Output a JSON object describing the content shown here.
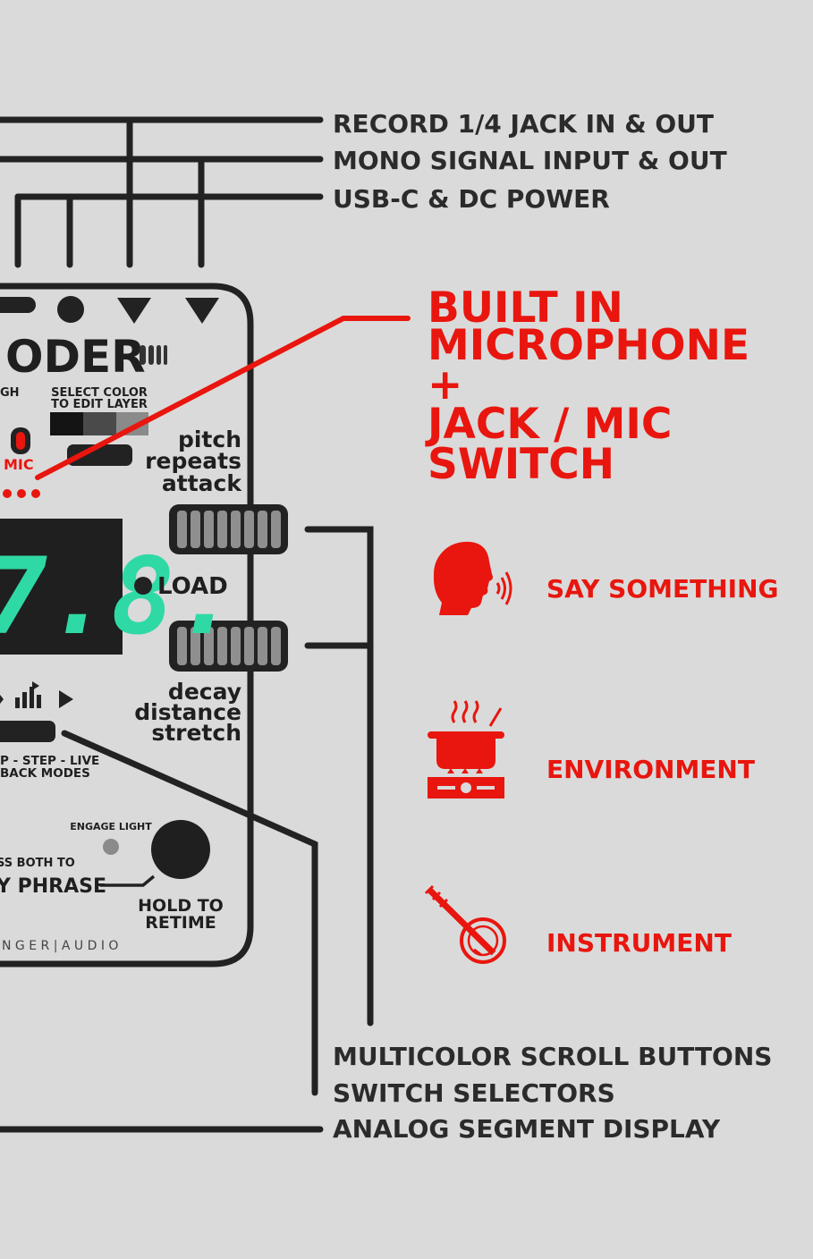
{
  "callouts": {
    "top": [
      "RECORD 1/4 JACK IN & OUT",
      "MONO SIGNAL INPUT & OUT",
      "USB-C & DC POWER"
    ],
    "mic": [
      "BUILT IN",
      "MICROPHONE",
      "+",
      "JACK / MIC",
      "SWITCH"
    ],
    "bottom": [
      "MULTICOLOR SCROLL BUTTONS",
      "SWITCH SELECTORS",
      "ANALOG SEGMENT DISPLAY"
    ]
  },
  "sources": [
    {
      "label": "SAY SOMETHING",
      "icon": "speaking-head-icon"
    },
    {
      "label": "ENVIRONMENT",
      "icon": "cooking-pot-icon"
    },
    {
      "label": "INSTRUMENT",
      "icon": "banjo-icon"
    }
  ],
  "device": {
    "brand": "ODER",
    "high_fragment": "GH",
    "select_color": [
      "SELECT COLOR",
      "TO EDIT LAYER"
    ],
    "mic_label": "MIC",
    "upper_params": [
      "pitch",
      "repeats",
      "attack"
    ],
    "lower_params": [
      "decay",
      "distance",
      "stretch"
    ],
    "display_value": "7.8.",
    "load_label": "LOAD",
    "modes": [
      "P - STEP - LIVE",
      "BACK MODES"
    ],
    "engage_light": "ENGAGE LIGHT",
    "press_both": [
      "SS BOTH TO",
      "Y PHRASE"
    ],
    "hold_to_retime": [
      "HOLD TO",
      "RETIME"
    ],
    "footer_brand": "N G E R | A U D I O"
  },
  "colors": {
    "background": "#dadada",
    "accent_red": "#e8160e",
    "line_dark": "#222222",
    "segment_green": "#2fd9a5"
  }
}
